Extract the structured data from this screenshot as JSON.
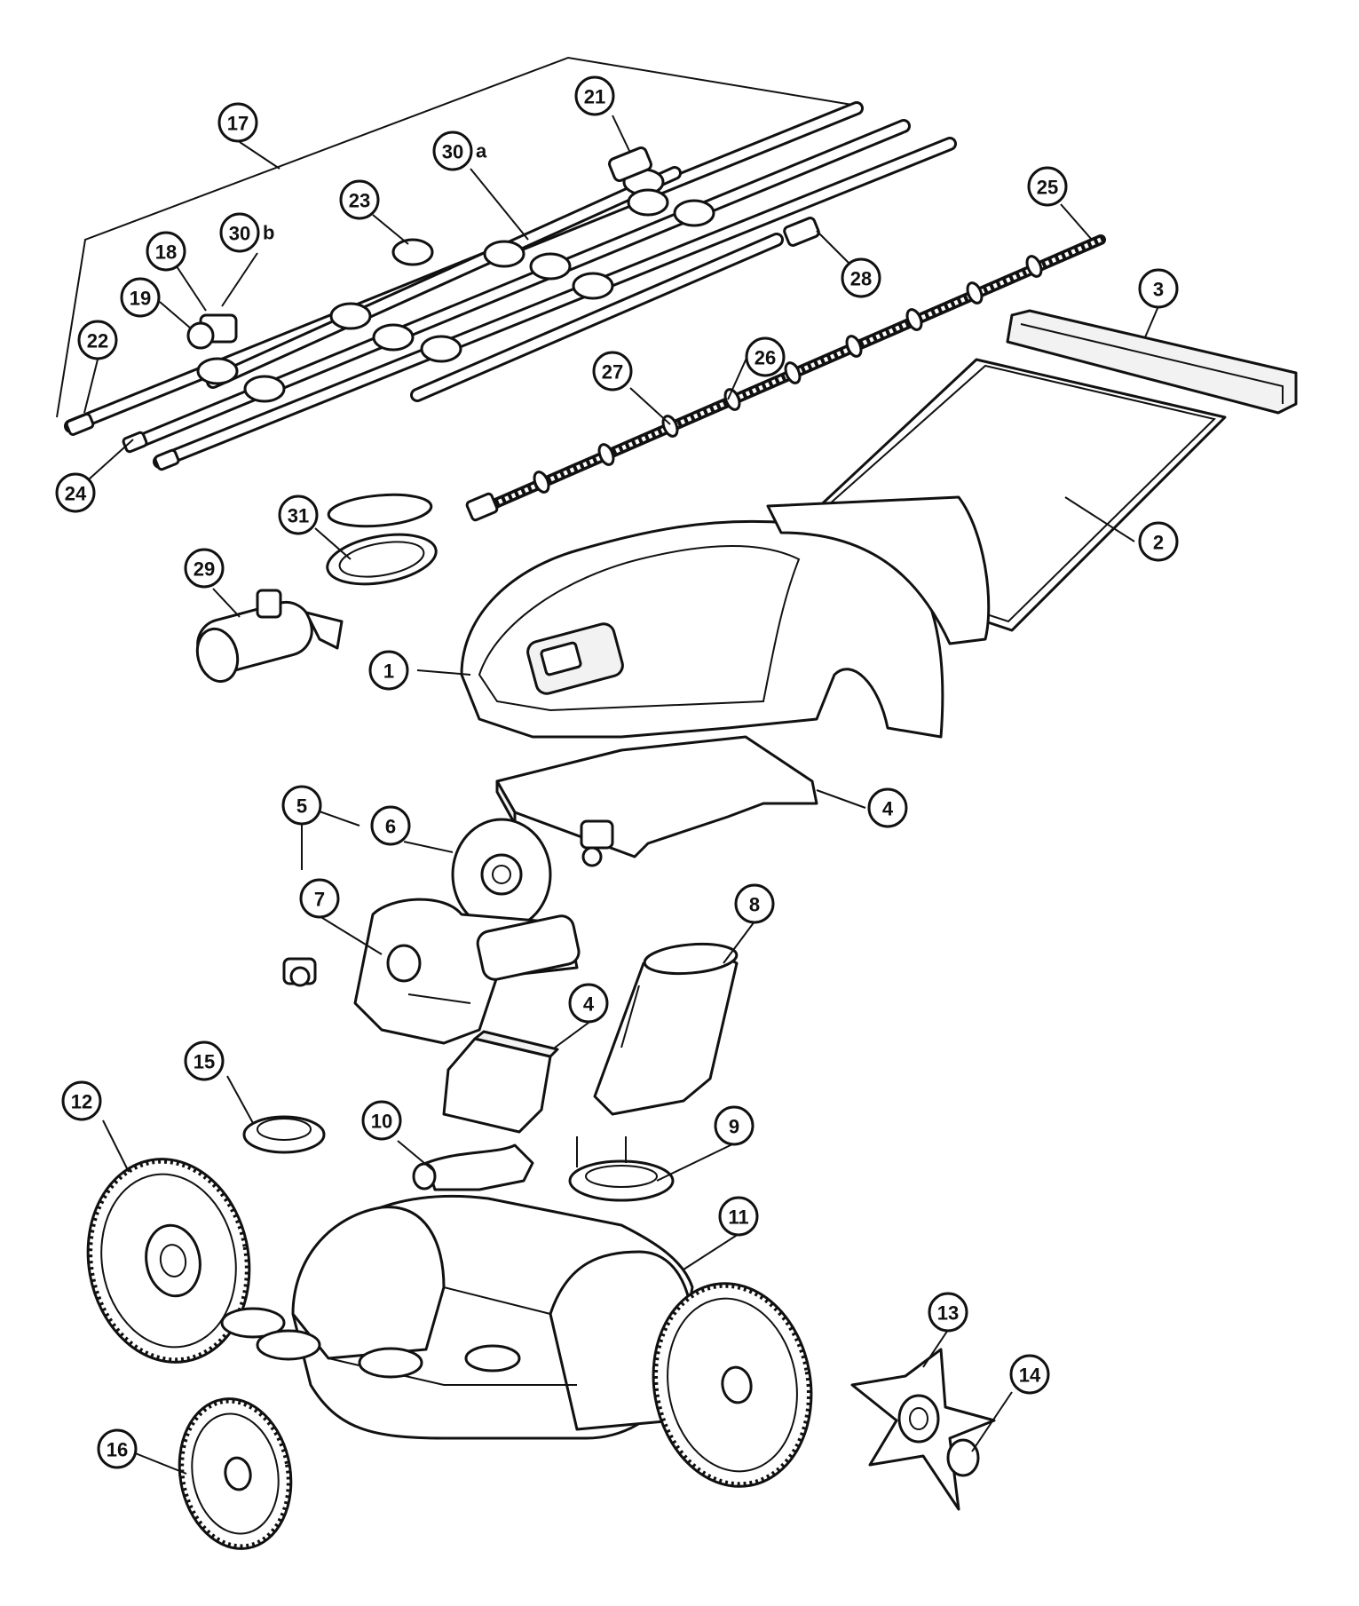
{
  "diagram": {
    "type": "exploded-parts-diagram",
    "callouts": [
      {
        "label": "1"
      },
      {
        "label": "2"
      },
      {
        "label": "3"
      },
      {
        "label": "4"
      },
      {
        "label": "4"
      },
      {
        "label": "5"
      },
      {
        "label": "6"
      },
      {
        "label": "7"
      },
      {
        "label": "8"
      },
      {
        "label": "9"
      },
      {
        "label": "10"
      },
      {
        "label": "11"
      },
      {
        "label": "12"
      },
      {
        "label": "13"
      },
      {
        "label": "14"
      },
      {
        "label": "15"
      },
      {
        "label": "16"
      },
      {
        "label": "17"
      },
      {
        "label": "18"
      },
      {
        "label": "19"
      },
      {
        "label": "21"
      },
      {
        "label": "22"
      },
      {
        "label": "23"
      },
      {
        "label": "24"
      },
      {
        "label": "25"
      },
      {
        "label": "26"
      },
      {
        "label": "27"
      },
      {
        "label": "28"
      },
      {
        "label": "29"
      },
      {
        "label": "30",
        "suffix": "a"
      },
      {
        "label": "30",
        "suffix": "b"
      },
      {
        "label": "31"
      }
    ]
  }
}
